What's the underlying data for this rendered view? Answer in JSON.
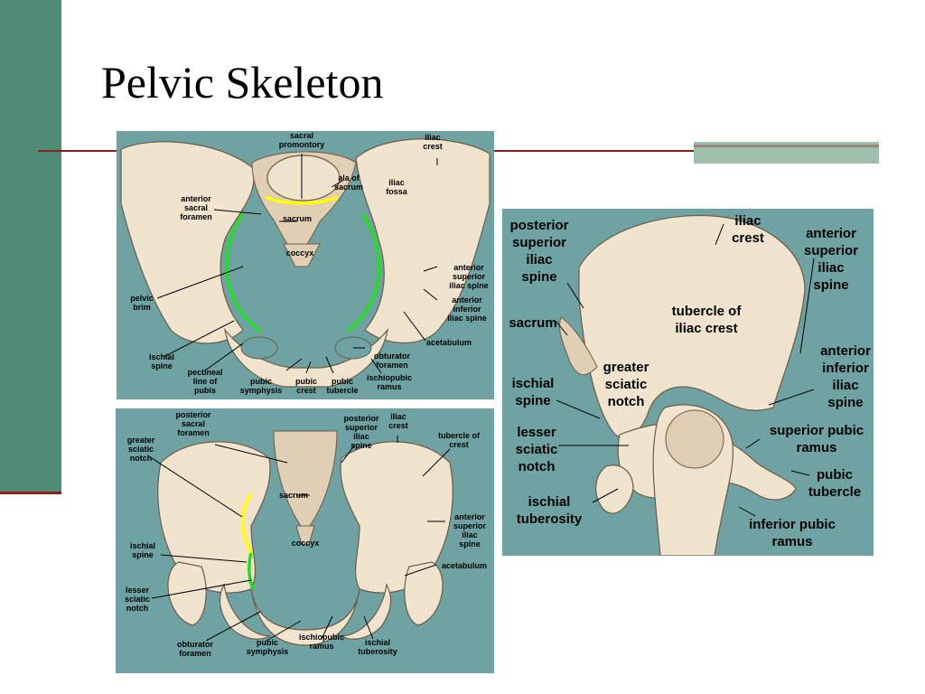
{
  "slide": {
    "title": "Pelvic Skeleton",
    "colors": {
      "band": "#4e8c74",
      "rule": "#8b1f1f",
      "panel_bg": "#6fa3a3",
      "bone": "#f1e4cf",
      "pelvic_brim": "#22dd22",
      "sacral_line": "#ffff00"
    }
  },
  "panel_a": {
    "labels": [
      "sacral",
      "promontory",
      "iliac",
      "crest",
      "ala of",
      "sacrum",
      "iliac",
      "fossa",
      "anterior",
      "sacral",
      "foramen",
      "sacrum",
      "coccyx",
      "anterior",
      "superior",
      "iliac spine",
      "pelvic",
      "brim",
      "anterior",
      "inferior",
      "iliac spine",
      "acetabulum",
      "ischial",
      "spine",
      "obturator",
      "foramen",
      "pectineal",
      "line of",
      "pubis",
      "pubic",
      "symphysis",
      "pubic",
      "crest",
      "pubic",
      "tubercle",
      "ischiopubic",
      "ramus"
    ]
  },
  "panel_b": {
    "labels": [
      "posterior",
      "sacral",
      "foramen",
      "greater",
      "sciatic",
      "notch",
      "posterior",
      "superior",
      "iliac",
      "spine",
      "iliac",
      "crest",
      "tubercle of",
      "crest",
      "sacrum",
      "coccyx",
      "anterior",
      "superior",
      "iliac",
      "spine",
      "ischial",
      "spine",
      "acetabulum",
      "lesser",
      "sciatic",
      "notch",
      "obturator",
      "foramen",
      "pubic",
      "symphysis",
      "ischiopubic",
      "ramus",
      "ischial",
      "tuberosity"
    ]
  },
  "panel_c": {
    "labels": [
      "posterior",
      "superior",
      "iliac",
      "spine",
      "iliac",
      "crest",
      "anterior",
      "superior",
      "iliac",
      "spine",
      "tubercle of",
      "iliac crest",
      "sacrum",
      "greater",
      "sciatic",
      "notch",
      "anterior",
      "inferior",
      "iliac",
      "spine",
      "ischial",
      "spine",
      "lesser",
      "sciatic",
      "notch",
      "superior pubic",
      "ramus",
      "pubic",
      "tubercle",
      "ischial",
      "tuberosity",
      "inferior pubic",
      "ramus"
    ]
  }
}
